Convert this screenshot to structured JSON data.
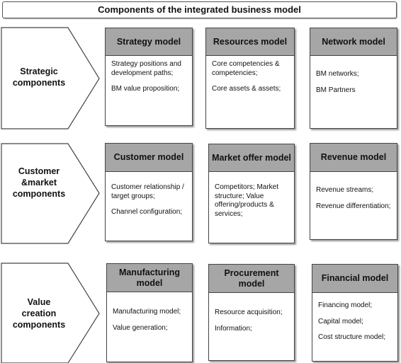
{
  "title": "Components of the integrated business model",
  "rows": [
    {
      "label": "Strategic components",
      "models": [
        {
          "title": "Strategy model",
          "items": [
            "Strategy positions and development paths;",
            "BM value proposition;"
          ]
        },
        {
          "title": "Resources model",
          "items": [
            "Core competencies & competencies;",
            "Core assets & assets;"
          ]
        },
        {
          "title": "Network model",
          "items": [
            "BM networks;",
            "BM Partners"
          ]
        }
      ]
    },
    {
      "label": "Customer &market components",
      "models": [
        {
          "title": "Customer model",
          "items": [
            "Customer relationship / target groups;",
            "Channel configuration;"
          ]
        },
        {
          "title": "Market offer model",
          "items": [
            "Competitors; Market structure; Value offering/products & services;"
          ]
        },
        {
          "title": "Revenue model",
          "items": [
            "Revenue streams;",
            "Revenue differentiation;"
          ]
        }
      ]
    },
    {
      "label": "Value creation components",
      "models": [
        {
          "title": "Manufacturing model",
          "items": [
            "Manufacturing model;",
            "Value generation;"
          ]
        },
        {
          "title": "Procurement model",
          "items": [
            "Resource acquisition;",
            "Information;"
          ]
        },
        {
          "title": "Financial model",
          "items": [
            "Financing model;",
            "Capital model;",
            "Cost structure model;"
          ]
        }
      ]
    }
  ]
}
